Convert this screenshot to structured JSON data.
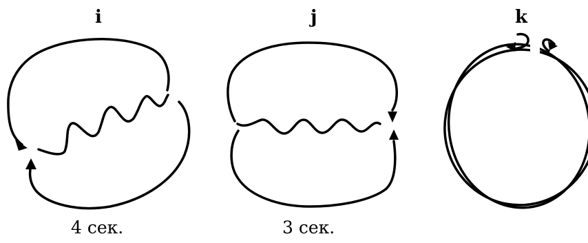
{
  "panels": [
    {
      "label": "i",
      "caption": "4 сек."
    },
    {
      "label": "j",
      "caption": "3 сек."
    },
    {
      "label": "k",
      "caption": ""
    }
  ]
}
